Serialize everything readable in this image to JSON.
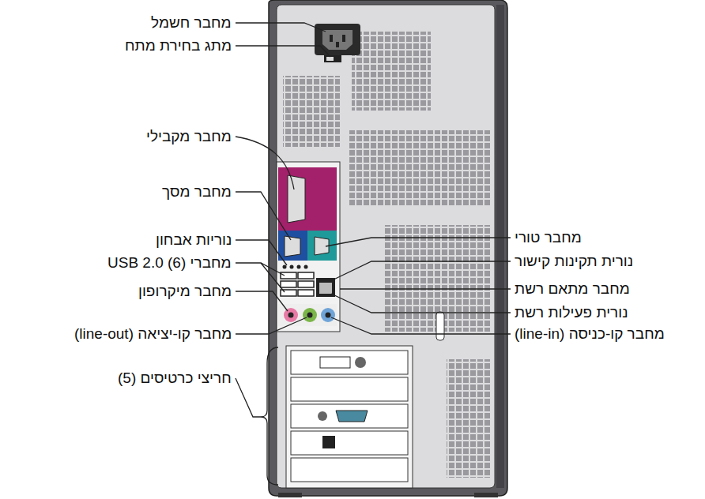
{
  "diagram": {
    "labels": [
      "מחבר חשמל",
      "מתג בחירת מתח",
      "מחבר מקבילי",
      "מחבר מסך",
      "נוריות אבחון",
      "מחברי USB 2.0 (6)",
      "מחבר מיקרופון",
      "מחבר קו-יציאה (line-out)",
      "חריצי כרטיסים (5)",
      "מחבר טורי",
      "נורית תקינות קישור",
      "מחבר מתאם רשת",
      "נורית פעילות רשת",
      "מחבר קו-כניסה (line-in)"
    ]
  }
}
